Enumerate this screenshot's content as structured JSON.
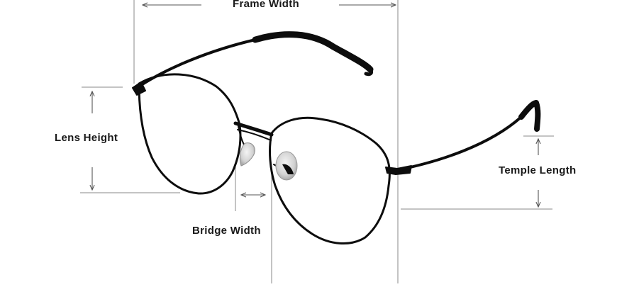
{
  "labels": {
    "frame_width": "Frame Width",
    "lens_height": "Lens Height",
    "bridge_width": "Bridge Width",
    "temple_length": "Temple Length"
  },
  "colors": {
    "frame": "#0d0d0d",
    "guide_line": "#8a8a8a",
    "nose_pad": "#d6d6d6"
  }
}
